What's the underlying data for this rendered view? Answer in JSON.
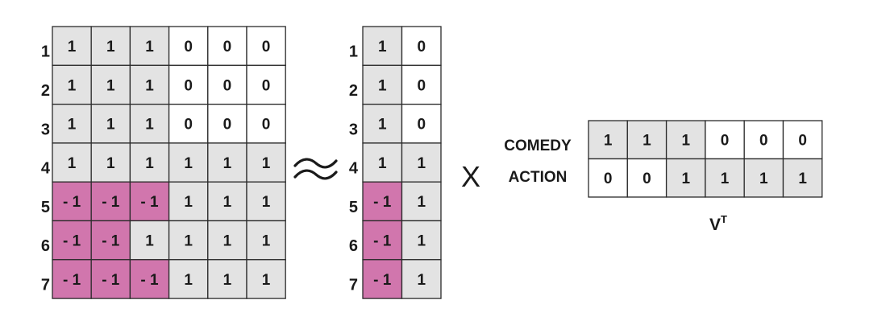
{
  "colors": {
    "white": "#ffffff",
    "gray": "#e3e3e3",
    "pink": "#d176ad",
    "border": "#2b2b2b"
  },
  "row_labels": [
    "1",
    "2",
    "3",
    "4",
    "5",
    "6",
    "7"
  ],
  "matrix_left": [
    [
      "1",
      "1",
      "1",
      "0",
      "0",
      "0"
    ],
    [
      "1",
      "1",
      "1",
      "0",
      "0",
      "0"
    ],
    [
      "1",
      "1",
      "1",
      "0",
      "0",
      "0"
    ],
    [
      "1",
      "1",
      "1",
      "1",
      "1",
      "1"
    ],
    [
      "-1",
      "-1",
      "-1",
      "1",
      "1",
      "1"
    ],
    [
      "-1",
      "-1",
      "1",
      "1",
      "1",
      "1"
    ],
    [
      "-1",
      "-1",
      "-1",
      "1",
      "1",
      "1"
    ]
  ],
  "matrix_middle": [
    [
      "1",
      "0"
    ],
    [
      "1",
      "0"
    ],
    [
      "1",
      "0"
    ],
    [
      "1",
      "1"
    ],
    [
      "-1",
      "1"
    ],
    [
      "-1",
      "1"
    ],
    [
      "-1",
      "1"
    ]
  ],
  "matrix_right": [
    [
      "1",
      "1",
      "1",
      "0",
      "0",
      "0"
    ],
    [
      "0",
      "0",
      "1",
      "1",
      "1",
      "1"
    ]
  ],
  "genre_labels": [
    "COMEDY",
    "ACTION"
  ],
  "approx_symbol": "≈",
  "times_symbol": "X",
  "vt_label": "V",
  "vt_superscript": "T"
}
